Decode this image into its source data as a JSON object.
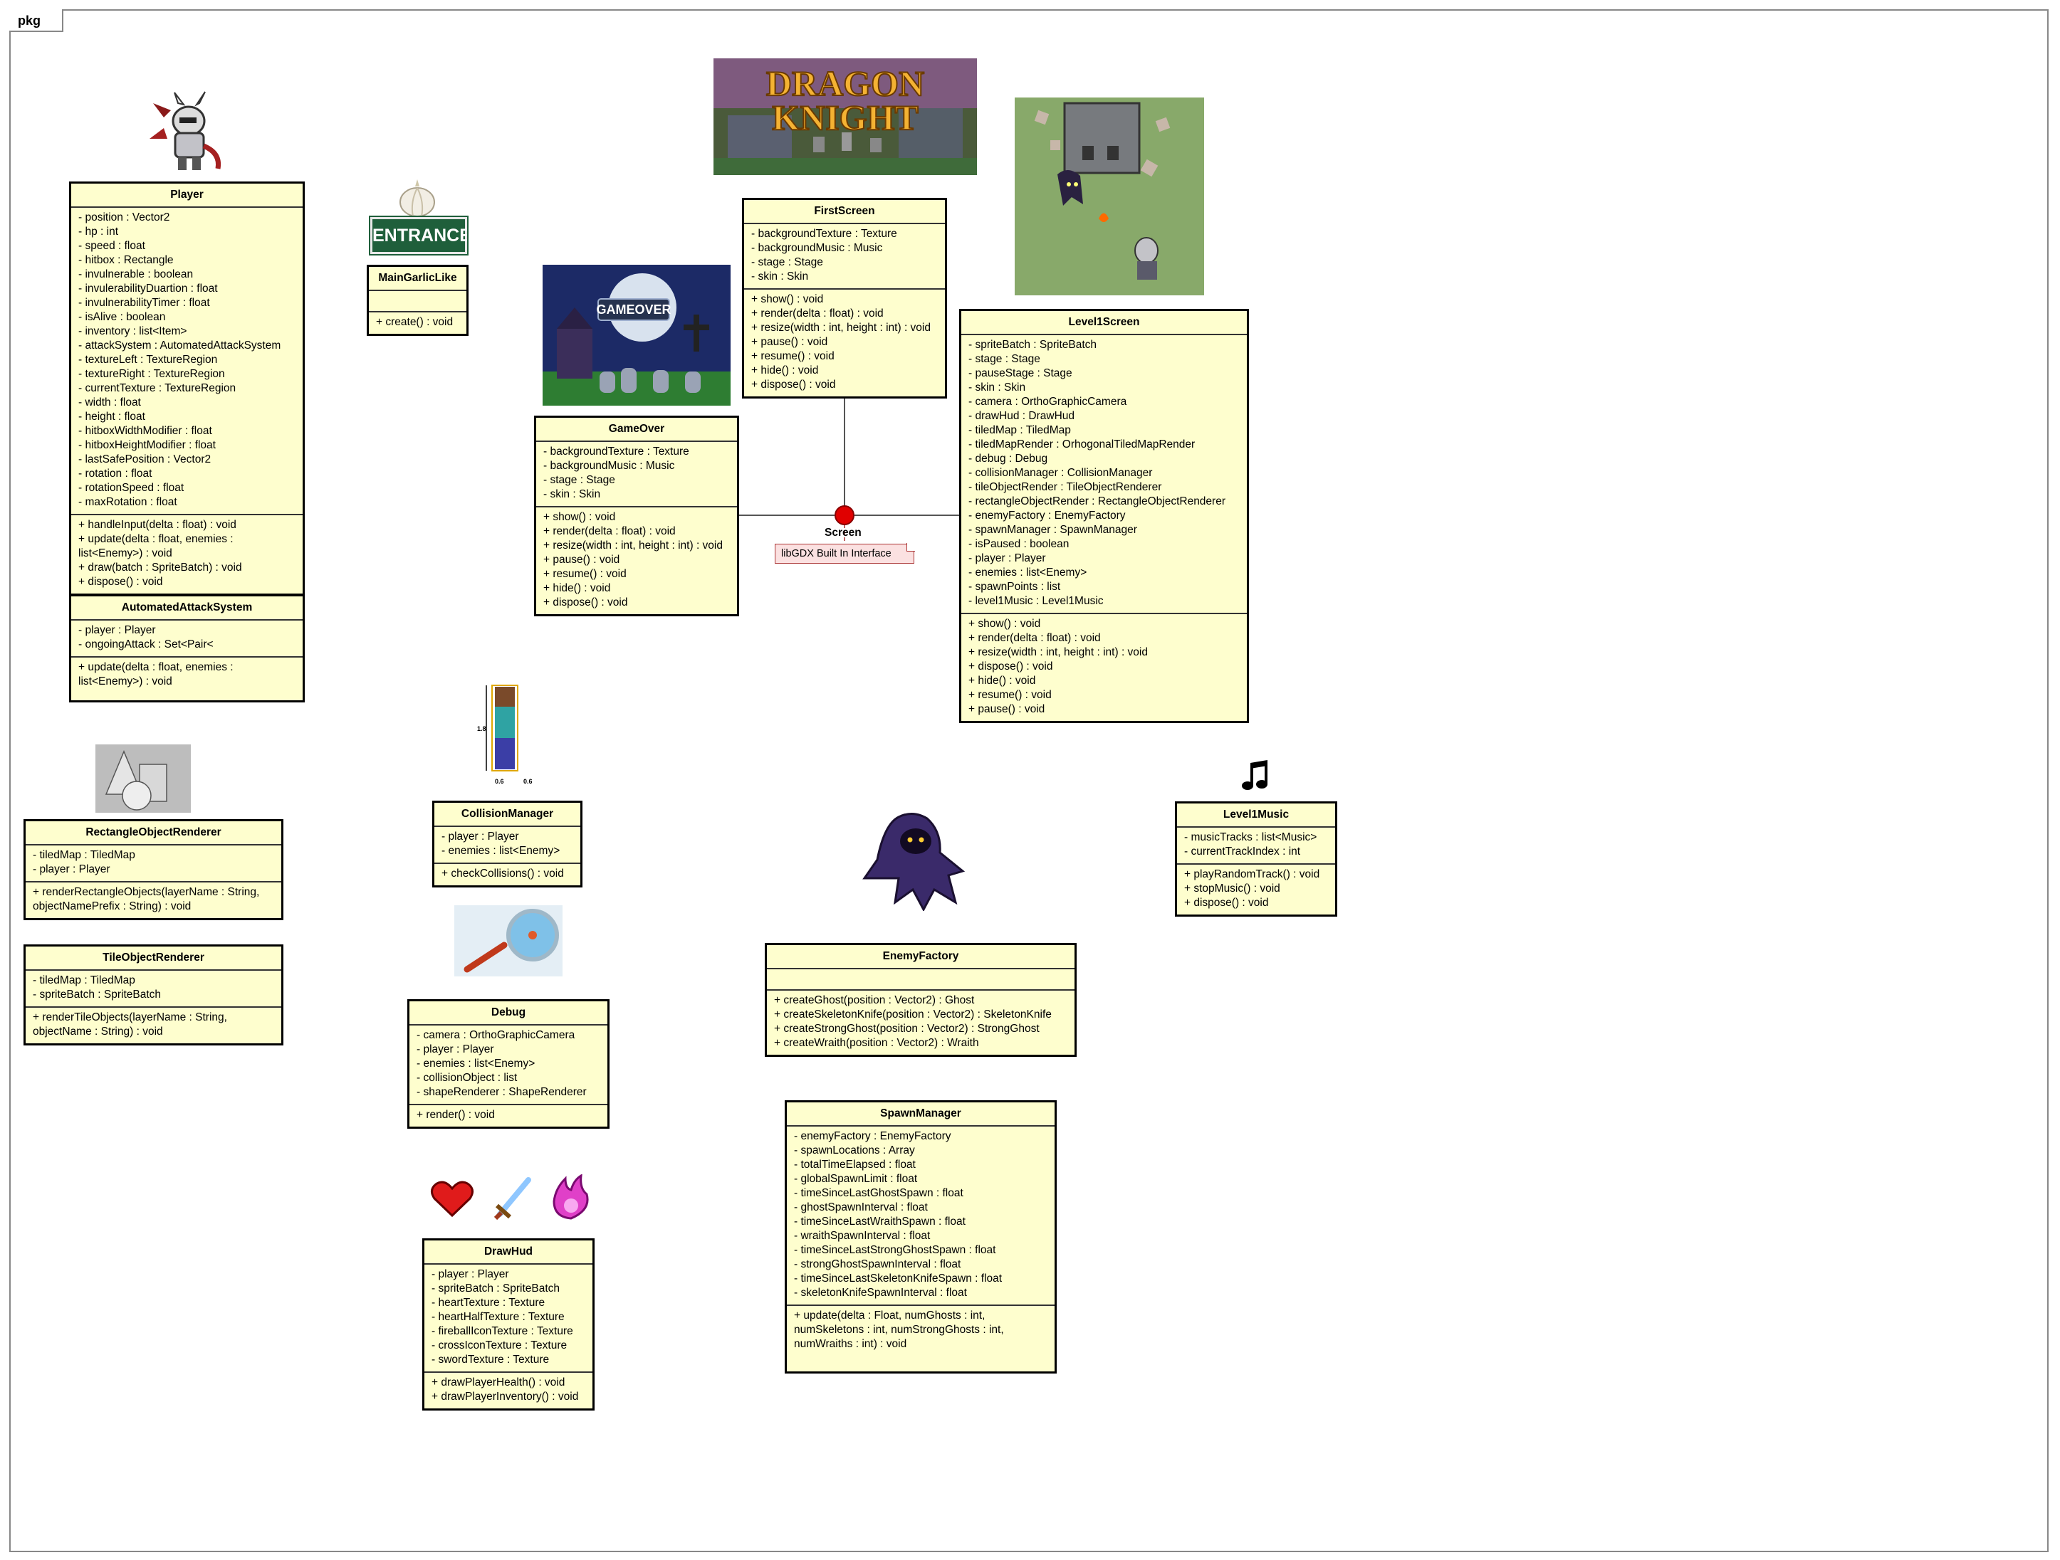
{
  "package": {
    "label": "pkg"
  },
  "interface": {
    "name": "Screen",
    "note": "libGDX Built In Interface"
  },
  "entrance_sign": "ENTRANCE",
  "banner": {
    "line1": "DRAGON",
    "line2": "KNIGHT"
  },
  "gameover_text": "GAMEOVER",
  "steve_dims": {
    "h": "1.8",
    "w1": "0.6",
    "w2": "0.6"
  },
  "icons": {
    "music": "music-note-icon",
    "heart": "heart-icon",
    "sword": "sword-icon",
    "fireball": "fireball-icon"
  },
  "classes": {
    "player": {
      "name": "Player",
      "fields": [
        "- position : Vector2",
        "- hp : int",
        "- speed : float",
        "- hitbox : Rectangle",
        "- invulnerable : boolean",
        "- invulerabilityDuartion : float",
        "- invulnerabilityTimer : float",
        "- isAlive : boolean",
        "- inventory : list<Item>",
        "- attackSystem : AutomatedAttackSystem",
        "- textureLeft : TextureRegion",
        "- textureRight : TextureRegion",
        "- currentTexture : TextureRegion",
        "- width : float",
        "- height : float",
        "- hitboxWidthModifier : float",
        "- hitboxHeightModifier : float",
        "- lastSafePosition : Vector2",
        "- rotation : float",
        "- rotationSpeed : float",
        "- maxRotation : float"
      ],
      "methods": [
        "+ handleInput(delta : float) : void",
        "+ update(delta : float, enemies : list<Enemy>) : void",
        "+ draw(batch : SpriteBatch) : void",
        "+ dispose() : void"
      ]
    },
    "automated_attack": {
      "name": "AutomatedAttackSystem",
      "fields": [
        "- player : Player",
        "- ongoingAttack : Set<Pair<"
      ],
      "methods": [
        "+ update(delta : float, enemies : list<Enemy>) : void"
      ]
    },
    "main_garlic": {
      "name": "MainGarlicLike",
      "fields": [],
      "methods": [
        "+ create() : void"
      ]
    },
    "first_screen": {
      "name": "FirstScreen",
      "fields": [
        "- backgroundTexture : Texture",
        "- backgroundMusic : Music",
        "- stage : Stage",
        "- skin : Skin"
      ],
      "methods": [
        "+ show() : void",
        "+ render(delta : float) : void",
        "+ resize(width : int, height : int) : void",
        "+ pause() : void",
        "+ resume() : void",
        "+ hide() : void",
        "+ dispose() : void"
      ]
    },
    "game_over": {
      "name": "GameOver",
      "fields": [
        "- backgroundTexture : Texture",
        "- backgroundMusic : Music",
        "- stage : Stage",
        "- skin : Skin"
      ],
      "methods": [
        "+ show() : void",
        "+ render(delta : float) : void",
        "+ resize(width : int, height : int) : void",
        "+ pause() : void",
        "+ resume() : void",
        "+ hide() : void",
        "+ dispose() : void"
      ]
    },
    "level1_screen": {
      "name": "Level1Screen",
      "fields": [
        "- spriteBatch : SpriteBatch",
        "- stage : Stage",
        "- pauseStage : Stage",
        "- skin : Skin",
        "- camera : OrthoGraphicCamera",
        "- drawHud : DrawHud",
        "- tiledMap : TiledMap",
        "- tiledMapRender : OrhogonalTiledMapRender",
        "- debug : Debug",
        "- collisionManager : CollisionManager",
        "- tileObjectRender : TileObjectRenderer",
        "- rectangleObjectRender : RectangleObjectRenderer",
        "- enemyFactory : EnemyFactory",
        "- spawnManager : SpawnManager",
        "- isPaused : boolean",
        "- player : Player",
        "- enemies : list<Enemy>",
        "- spawnPoints : list",
        "- level1Music : Level1Music"
      ],
      "methods": [
        "+ show() : void",
        "+ render(delta : float) : void",
        "+ resize(width : int, height : int) : void",
        "+ dispose() : void",
        "+ hide() : void",
        "+ resume() : void",
        "+ pause() : void"
      ]
    },
    "rect_renderer": {
      "name": "RectangleObjectRenderer",
      "fields": [
        "- tiledMap : TiledMap",
        "- player : Player"
      ],
      "methods": [
        "+ renderRectangleObjects(layerName : String, objectNamePrefix : String) : void"
      ]
    },
    "tile_renderer": {
      "name": "TileObjectRenderer",
      "fields": [
        "- tiledMap : TiledMap",
        "- spriteBatch : SpriteBatch"
      ],
      "methods": [
        "+ renderTileObjects(layerName : String, objectName : String) : void"
      ]
    },
    "collision_manager": {
      "name": "CollisionManager",
      "fields": [
        "- player : Player",
        "- enemies : list<Enemy>"
      ],
      "methods": [
        "+ checkCollisions() : void"
      ]
    },
    "debug": {
      "name": "Debug",
      "fields": [
        "- camera : OrthoGraphicCamera",
        "- player : Player",
        "- enemies : list<Enemy>",
        "- collisionObject : list",
        "- shapeRenderer : ShapeRenderer"
      ],
      "methods": [
        "+ render() : void"
      ]
    },
    "draw_hud": {
      "name": "DrawHud",
      "fields": [
        "- player : Player",
        "- spriteBatch : SpriteBatch",
        "- heartTexture : Texture",
        "- heartHalfTexture : Texture",
        "- fireballIconTexture : Texture",
        "- crossIconTexture : Texture",
        "- swordTexture : Texture"
      ],
      "methods": [
        "+ drawPlayerHealth() : void",
        "+ drawPlayerInventory() : void"
      ]
    },
    "enemy_factory": {
      "name": "EnemyFactory",
      "fields": [],
      "methods": [
        "+ createGhost(position : Vector2) : Ghost",
        "+ createSkeletonKnife(position : Vector2) : SkeletonKnife",
        "+ createStrongGhost(position : Vector2) : StrongGhost",
        "+ createWraith(position : Vector2) : Wraith"
      ]
    },
    "spawn_manager": {
      "name": "SpawnManager",
      "fields": [
        "- enemyFactory : EnemyFactory",
        "- spawnLocations : Array",
        "- totalTimeElapsed : float",
        "- globalSpawnLimit : float",
        "- timeSinceLastGhostSpawn : float",
        "- ghostSpawnInterval : float",
        "- timeSinceLastWraithSpawn : float",
        "- wraithSpawnInterval : float",
        "- timeSinceLastStrongGhostSpawn : float",
        "- strongGhostSpawnInterval : float",
        "- timeSinceLastSkeletonKnifeSpawn : float",
        "- skeletonKnifeSpawnInterval : float"
      ],
      "methods": [
        "+ update(delta : Float, numGhosts : int, numSkeletons : int, numStrongGhosts : int, numWraiths : int) : void"
      ]
    },
    "level1_music": {
      "name": "Level1Music",
      "fields": [
        "- musicTracks : list<Music>",
        "- currentTrackIndex : int"
      ],
      "methods": [
        "+ playRandomTrack() : void",
        "+ stopMusic() : void",
        "+ dispose() : void"
      ]
    }
  }
}
